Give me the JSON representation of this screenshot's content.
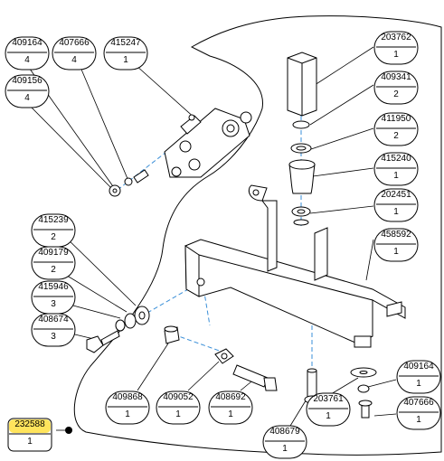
{
  "callouts": [
    {
      "id": "c-409164-a",
      "part": "409164",
      "qty": "4"
    },
    {
      "id": "c-407666-a",
      "part": "407666",
      "qty": "4"
    },
    {
      "id": "c-415247",
      "part": "415247",
      "qty": "1"
    },
    {
      "id": "c-409156",
      "part": "409156",
      "qty": "4"
    },
    {
      "id": "c-203762",
      "part": "203762",
      "qty": "1"
    },
    {
      "id": "c-409341",
      "part": "409341",
      "qty": "2"
    },
    {
      "id": "c-411950",
      "part": "411950",
      "qty": "2"
    },
    {
      "id": "c-415240",
      "part": "415240",
      "qty": "1"
    },
    {
      "id": "c-202451",
      "part": "202451",
      "qty": "1"
    },
    {
      "id": "c-415239",
      "part": "415239",
      "qty": "2"
    },
    {
      "id": "c-458592",
      "part": "458592",
      "qty": "1"
    },
    {
      "id": "c-409179",
      "part": "409179",
      "qty": "2"
    },
    {
      "id": "c-415946",
      "part": "415946",
      "qty": "3"
    },
    {
      "id": "c-408674",
      "part": "408674",
      "qty": "3"
    },
    {
      "id": "c-409164-b",
      "part": "409164",
      "qty": "1"
    },
    {
      "id": "c-409868",
      "part": "409868",
      "qty": "1"
    },
    {
      "id": "c-409052",
      "part": "409052",
      "qty": "1"
    },
    {
      "id": "c-408692",
      "part": "408692",
      "qty": "1"
    },
    {
      "id": "c-203761",
      "part": "203761",
      "qty": "1"
    },
    {
      "id": "c-407666-b",
      "part": "407666",
      "qty": "1"
    },
    {
      "id": "c-232588",
      "part": "232588",
      "qty": "1",
      "highlight": "#ffe45c"
    },
    {
      "id": "c-408679",
      "part": "408679",
      "qty": "1"
    }
  ],
  "colors": {
    "line": "#000000",
    "centerline": "#3a8fd8",
    "highlight": "#ffe45c",
    "part_fill": "#ffffff"
  }
}
